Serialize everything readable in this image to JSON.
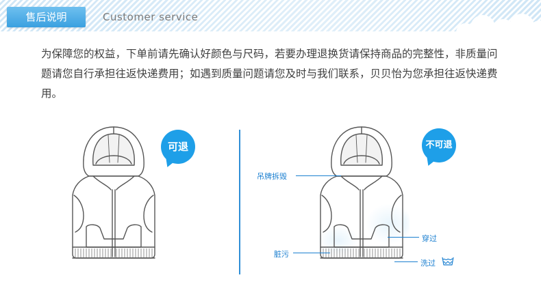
{
  "header": {
    "tab_label": "售后说明",
    "subtitle": "Customer service"
  },
  "notice": {
    "text": "为保障您的权益，下单前请先确认好颜色与尺码，若要办理退换货请保持商品的完整性，非质量问题请您自行承担往返快递费用；如遇到质量问题请您及时与我们联系，贝贝怡为您承担往返快递费用。"
  },
  "panels": {
    "returnable": {
      "badge": "可退"
    },
    "non_returnable": {
      "badge": "不可退",
      "callouts": {
        "tag_removed": "吊牌拆毁",
        "stained": "脏污",
        "worn": "穿过",
        "washed": "洗过"
      }
    }
  },
  "colors": {
    "accent": "#1e9fe8",
    "tab": "#3aa0e0",
    "callout": "#1a7fd0"
  },
  "icons": [
    "cloud-icon",
    "washing-icon"
  ]
}
